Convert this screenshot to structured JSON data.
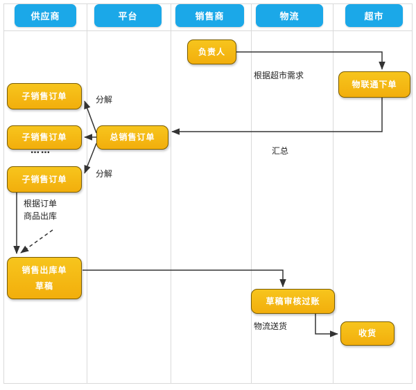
{
  "diagram": {
    "title_text": "",
    "colors": {
      "lane_header_blue": "#1BA8E8",
      "node_yellow": "#F2AE0C",
      "node_yellow_light": "#F7C51D",
      "node_border": "#7A5C00",
      "node_text": "#FFFFFF",
      "grid_line": "#D9D9D9",
      "arrow": "#333333",
      "label_text": "#222222"
    }
  },
  "lanes": [
    {
      "id": "supplier",
      "label": "供应商"
    },
    {
      "id": "platform",
      "label": "平台"
    },
    {
      "id": "reseller",
      "label": "销售商"
    },
    {
      "id": "logistics",
      "label": "物流"
    },
    {
      "id": "market",
      "label": "超市"
    }
  ],
  "nodes": [
    {
      "id": "sub-order-1",
      "lane": "supplier",
      "lines": [
        "子销售订单"
      ]
    },
    {
      "id": "sub-order-2",
      "lane": "supplier",
      "lines": [
        "子销售订单"
      ]
    },
    {
      "id": "sub-order-3",
      "lane": "supplier",
      "lines": [
        "子销售订单"
      ]
    },
    {
      "id": "sales-delivery",
      "lane": "supplier",
      "lines": [
        "销售出库单",
        "草稿"
      ]
    },
    {
      "id": "total-order",
      "lane": "platform",
      "lines": [
        "总销售订单"
      ]
    },
    {
      "id": "manager",
      "lane": "reseller",
      "lines": [
        "负责人"
      ]
    },
    {
      "id": "iot-order",
      "lane": "market",
      "lines": [
        "物联通下单"
      ]
    },
    {
      "id": "draft-audit",
      "lane": "logistics",
      "lines": [
        "草稿审核过账"
      ]
    },
    {
      "id": "receive-goods",
      "lane": "market",
      "lines": [
        "收货"
      ]
    }
  ],
  "labels": [
    {
      "id": "decompose-top",
      "text": "分解"
    },
    {
      "id": "decompose-bottom",
      "text": "分解"
    },
    {
      "id": "per-market-demand",
      "text": "根据超市需求"
    },
    {
      "id": "summarize",
      "text": "汇总"
    },
    {
      "id": "per-order-line1",
      "text": "根据订单"
    },
    {
      "id": "per-order-line2",
      "text": "商品出库"
    },
    {
      "id": "logistics-delivery",
      "text": "物流送货"
    },
    {
      "id": "ellipsis",
      "text": "……"
    }
  ],
  "edges": [
    {
      "id": "edge-manager-to-iot",
      "from": "manager",
      "to": "iot-order",
      "style": "solid",
      "label": "根据超市需求"
    },
    {
      "id": "edge-iot-to-total",
      "from": "iot-order",
      "to": "total-order",
      "style": "solid",
      "label": "汇总"
    },
    {
      "id": "edge-total-to-sub1",
      "from": "total-order",
      "to": "sub-order-1",
      "style": "solid",
      "label": "分解"
    },
    {
      "id": "edge-total-to-sub2",
      "from": "total-order",
      "to": "sub-order-2",
      "style": "solid",
      "label": ""
    },
    {
      "id": "edge-total-to-sub3",
      "from": "total-order",
      "to": "sub-order-3",
      "style": "solid",
      "label": "分解"
    },
    {
      "id": "edge-sub3-to-delivery",
      "from": "sub-order-3",
      "to": "sales-delivery",
      "style": "solid",
      "label": "根据订单 商品出库"
    },
    {
      "id": "edge-note-to-delivery",
      "from": "per-order-note",
      "to": "sales-delivery",
      "style": "dashed",
      "label": ""
    },
    {
      "id": "edge-delivery-to-audit",
      "from": "sales-delivery",
      "to": "draft-audit",
      "style": "solid",
      "label": ""
    },
    {
      "id": "edge-audit-to-receive",
      "from": "draft-audit",
      "to": "receive-goods",
      "style": "solid",
      "label": "物流送货"
    }
  ]
}
